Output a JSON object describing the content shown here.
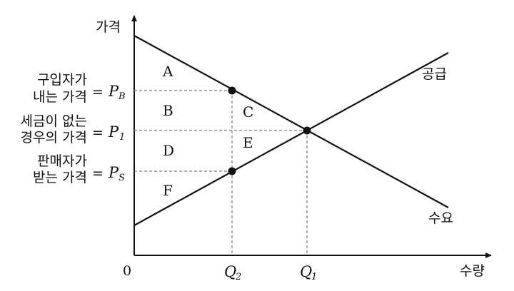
{
  "axes": {
    "y_label": "가격",
    "x_label": "수량",
    "origin": "0"
  },
  "curves": {
    "supply": "공급",
    "demand": "수요"
  },
  "price_labels": [
    {
      "line1": "구입자가",
      "line2": "내는 가격",
      "eq": "=",
      "sym": "P",
      "sub": "B"
    },
    {
      "line1": "세금이 없는",
      "line2": "경우의 가격",
      "eq": "=",
      "sym": "P",
      "sub": "1"
    },
    {
      "line1": "판매자가",
      "line2": "받는 가격",
      "eq": "=",
      "sym": "P",
      "sub": "S"
    }
  ],
  "quantity_labels": [
    {
      "sym": "Q",
      "sub": "2"
    },
    {
      "sym": "Q",
      "sub": "1"
    }
  ],
  "regions": [
    "A",
    "B",
    "C",
    "D",
    "E",
    "F"
  ],
  "colors": {
    "ink": "#111111",
    "dashed": "#777777",
    "background": "#ffffff"
  }
}
